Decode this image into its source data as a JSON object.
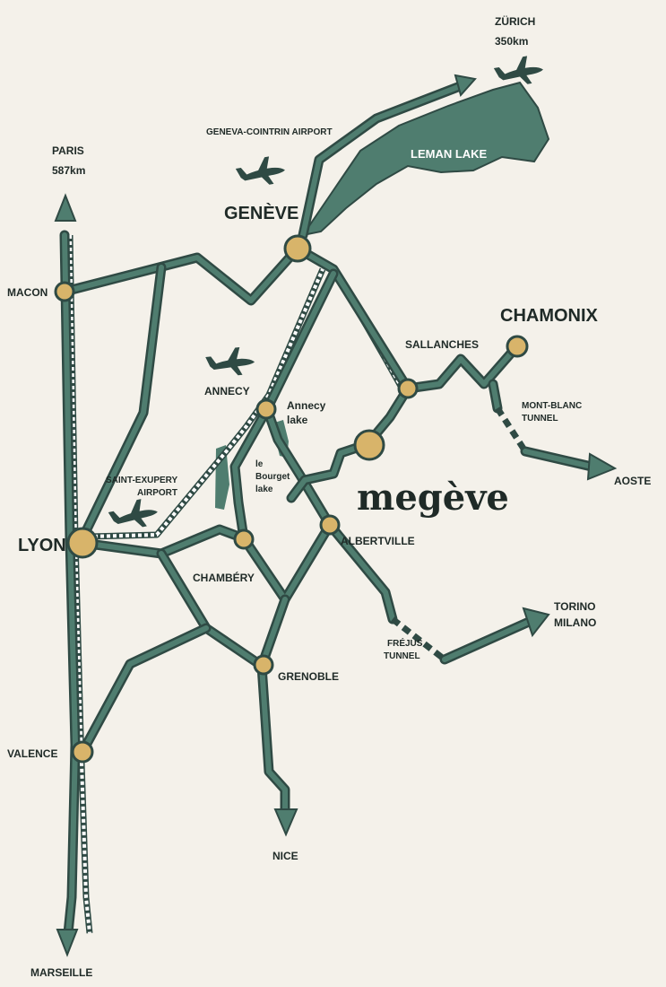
{
  "map": {
    "logo": "megève",
    "colors": {
      "road": "#4f7d6f",
      "road_edge": "#2f4a44",
      "lake": "#4f7d6f",
      "city": "#d8b46a",
      "background": "#f4f1ea"
    },
    "cities": {
      "geneve": "GENÈVE",
      "lyon": "LYON",
      "chamonix": "CHAMONIX",
      "macon": "MACON",
      "sallanches": "SALLANCHES",
      "annecy": "ANNECY",
      "chambery": "CHAMBÉRY",
      "albertville": "ALBERTVILLE",
      "grenoble": "GRENOBLE",
      "valence": "VALENCE"
    },
    "lakes": {
      "leman": "LEMAN LAKE",
      "annecy_line1": "Annecy",
      "annecy_line2": "lake",
      "bourget_line1": "le",
      "bourget_line2": "Bourget",
      "bourget_line3": "lake"
    },
    "airports": {
      "geneva_cointrin": "GENEVA-COINTRIN AIRPORT",
      "saint_exupery_line1": "SAINT-EXUPERY",
      "saint_exupery_line2": "AIRPORT"
    },
    "tunnels": {
      "mont_blanc_line1": "MONT-BLANC",
      "mont_blanc_line2": "TUNNEL",
      "frejus_line1": "FRÉJUS",
      "frejus_line2": "TUNNEL"
    },
    "destinations": {
      "zurich_name": "ZÜRICH",
      "zurich_distance": "350km",
      "paris_name": "PARIS",
      "paris_distance": "587km",
      "marseille": "MARSEILLE",
      "nice": "NICE",
      "aoste": "AOSTE",
      "torino": "TORINO",
      "milano": "MILANO"
    },
    "icons": [
      "plane-icon",
      "direction-arrow-icon",
      "city-marker-icon"
    ]
  }
}
